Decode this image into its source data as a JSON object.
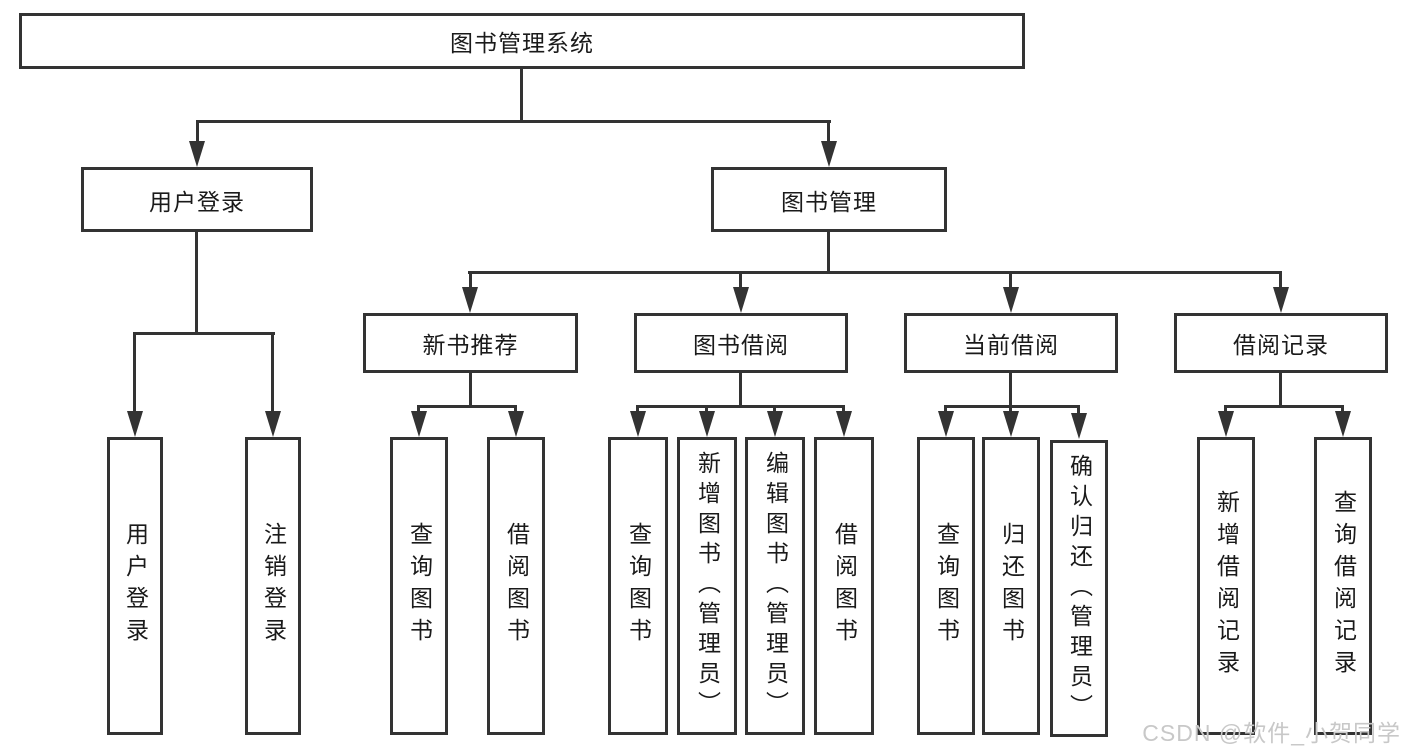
{
  "tree": {
    "root": {
      "label": "图书管理系统"
    },
    "level2": [
      {
        "label": "用户登录",
        "children": [
          {
            "label": "用户登录"
          },
          {
            "label": "注销登录"
          }
        ]
      },
      {
        "label": "图书管理",
        "children": [
          {
            "label": "新书推荐",
            "children": [
              {
                "label": "查询图书"
              },
              {
                "label": "借阅图书"
              }
            ]
          },
          {
            "label": "图书借阅",
            "children": [
              {
                "label": "查询图书"
              },
              {
                "label": "新增图书（管理员）"
              },
              {
                "label": "编辑图书（管理员）"
              },
              {
                "label": "借阅图书"
              }
            ]
          },
          {
            "label": "当前借阅",
            "children": [
              {
                "label": "查询图书"
              },
              {
                "label": "归还图书"
              },
              {
                "label": "确认归还（管理员）"
              }
            ]
          },
          {
            "label": "借阅记录",
            "children": [
              {
                "label": "新增借阅记录"
              },
              {
                "label": "查询借阅记录"
              }
            ]
          }
        ]
      }
    ]
  },
  "watermark": {
    "text": "CSDN @软件_小贺同学"
  },
  "colors": {
    "line": "#333333",
    "text": "#1a1a1a",
    "watermark": "#c8c8c8",
    "bg": "#ffffff"
  }
}
